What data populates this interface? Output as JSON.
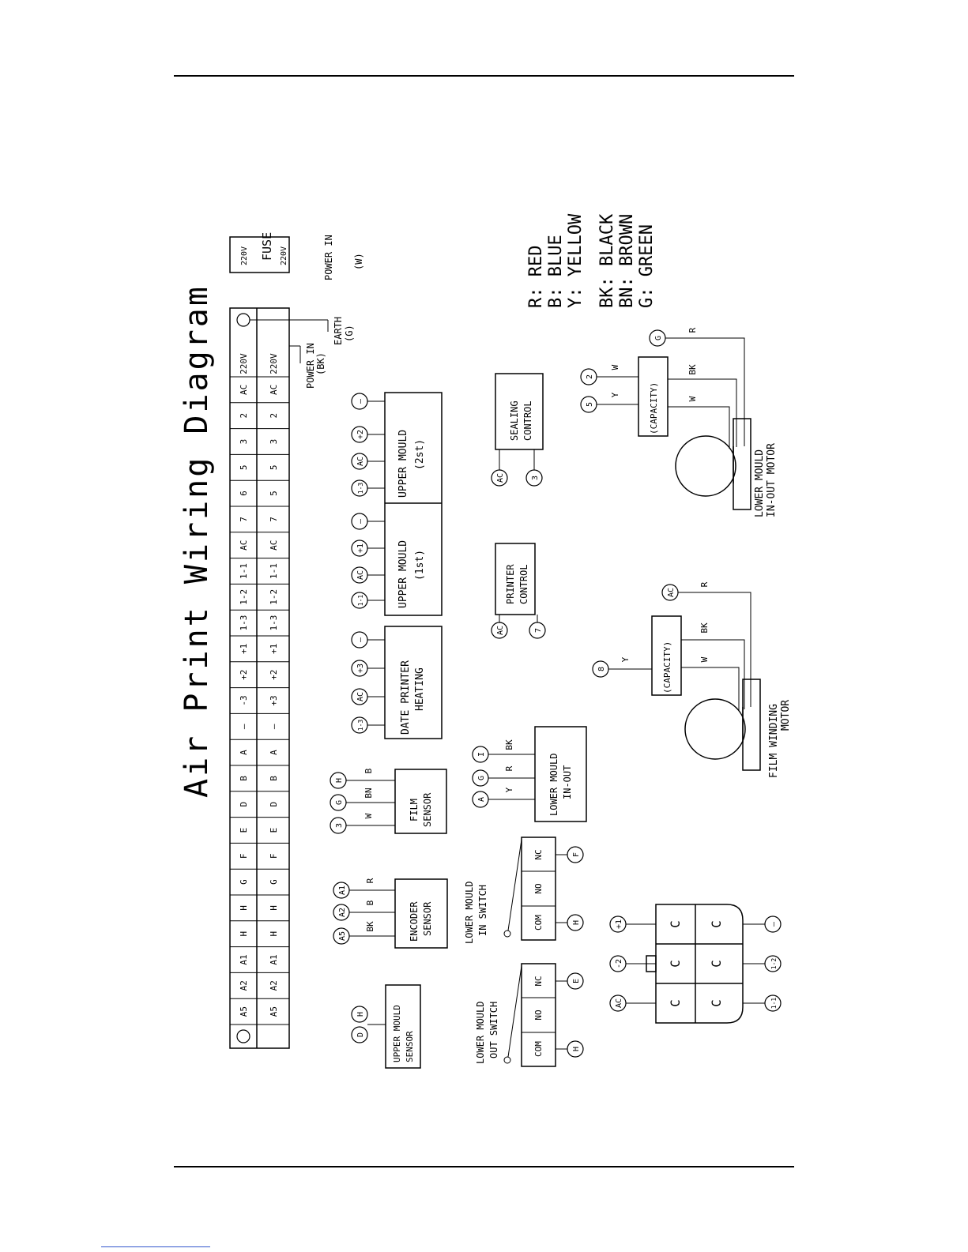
{
  "title": "Air Print Wiring Diagram",
  "terminal_block": {
    "top": [
      "A5",
      "A2",
      "A1",
      "H",
      "H",
      "G",
      "F",
      "E",
      "D",
      "B",
      "A",
      "—",
      "-3",
      "+2",
      "+1",
      "1-3",
      "1-2",
      "1-1",
      "AC",
      "7",
      "6",
      "5",
      "3",
      "2",
      "AC",
      "220V"
    ],
    "bottom": [
      "A5",
      "A2",
      "A1",
      "H",
      "H",
      "G",
      "F",
      "E",
      "D",
      "B",
      "A",
      "—",
      "+3",
      "+2",
      "+1",
      "1-3",
      "1-2",
      "1-1",
      "AC",
      "7",
      "5",
      "5",
      "3",
      "2",
      "AC",
      "220V"
    ]
  },
  "fuse": {
    "label": "FUSE",
    "v1": "220V",
    "v2": "220V",
    "power_in": "POWER IN",
    "power_in_wire": "(W)"
  },
  "earth": {
    "label": "EARTH",
    "wire": "(G)"
  },
  "power_bk": {
    "label": "POWER IN",
    "wire": "(BK)"
  },
  "legend": [
    "R: RED",
    "B: BLUE",
    "Y: YELLOW",
    "BK: BLACK",
    "BN: BROWN",
    "G: GREEN"
  ],
  "modules": {
    "upper_mould_1": {
      "label": "UPPER MOULD",
      "sub": "(1st)",
      "pins": [
        "1-1",
        "AC",
        "+1",
        "—"
      ]
    },
    "upper_mould_2": {
      "label": "UPPER MOULD",
      "sub": "(2st)",
      "pins": [
        "1-3",
        "AC",
        "+2",
        "—"
      ]
    },
    "date_printer": {
      "label": "DATE PRINTER",
      "sub": "HEATING",
      "pins": [
        "1-3",
        "AC",
        "+3",
        "—"
      ]
    },
    "sealing": {
      "label": "SEALING",
      "sub": "CONTROL",
      "pins": [
        "AC",
        "3"
      ]
    },
    "printer": {
      "label": "PRINTER",
      "sub": "CONTROL",
      "pins": [
        "AC",
        "7"
      ]
    },
    "film_sensor": {
      "label": "FILM",
      "sub": "SENSOR",
      "pins": [
        "3",
        "G",
        "H"
      ],
      "wires": [
        "W",
        "BN",
        "B"
      ]
    },
    "lower_inout": {
      "label": "LOWER MOULD",
      "sub": "IN-OUT",
      "pins": [
        "A",
        "G",
        "I"
      ],
      "wires": [
        "Y",
        "R",
        "BK"
      ]
    },
    "encoder": {
      "label": "ENCODER",
      "sub": "SENSOR",
      "pins": [
        "A5",
        "A2",
        "A1"
      ],
      "wires": [
        "BK",
        "B",
        "R"
      ]
    },
    "upper_sensor": {
      "label": "UPPER MOULD",
      "sub": "SENSOR",
      "pins": [
        "D",
        "H"
      ]
    },
    "lower_in_switch": {
      "label": "LOWER MOULD",
      "sub": "IN SWITCH",
      "cells": [
        "COM",
        "NO",
        "NC"
      ],
      "pins": [
        "H",
        "F"
      ]
    },
    "lower_out_switch": {
      "label": "LOWER MOULD",
      "sub": "OUT SWITCH",
      "cells": [
        "COM",
        "NO",
        "NC"
      ],
      "pins": [
        "H",
        "E"
      ]
    },
    "relay": {
      "cells": [
        "C",
        "C",
        "C",
        "C",
        "C",
        "C"
      ],
      "pins_top": [
        "AC",
        "-2",
        "+1"
      ],
      "pins_bottom": [
        "1-1",
        "1-2",
        "—"
      ]
    },
    "film_motor": {
      "label": "FILM WINDING",
      "sub": "MOTOR",
      "capacity": "(CAPACITY)",
      "pins": [
        "8",
        "AC"
      ],
      "wires": [
        "Y",
        "W",
        "BK",
        "R"
      ]
    },
    "lower_motor": {
      "label": "LOWER MOULD",
      "sub": "IN-OUT MOTOR",
      "capacity": "(CAPACITY)",
      "pins": [
        "5",
        "2",
        "G"
      ],
      "wires": [
        "Y",
        "W",
        "W",
        "BK",
        "R"
      ]
    }
  }
}
